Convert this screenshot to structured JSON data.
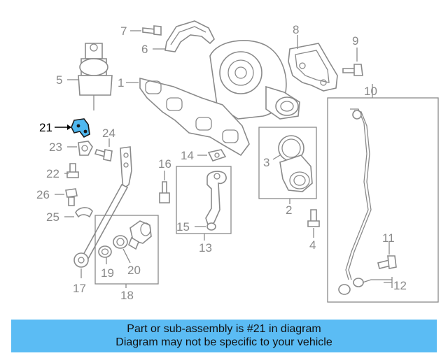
{
  "diagram": {
    "highlight_color": "#4fb8f0",
    "labels": {
      "c1": "1",
      "c2": "2",
      "c3": "3",
      "c4": "4",
      "c5": "5",
      "c6": "6",
      "c7": "7",
      "c8": "8",
      "c9": "9",
      "c10": "10",
      "c11": "11",
      "c12": "12",
      "c13": "13",
      "c14": "14",
      "c15": "15",
      "c16": "16",
      "c17": "17",
      "c18": "18",
      "c19": "19",
      "c20": "20",
      "c21": "21",
      "c22": "22",
      "c23": "23",
      "c24": "24",
      "c25": "25",
      "c26": "26"
    }
  },
  "banner": {
    "color": "#5bbcf4",
    "line1": "Part or sub-assembly is #21 in diagram",
    "line2": "Diagram may not be specific to your vehicle"
  }
}
